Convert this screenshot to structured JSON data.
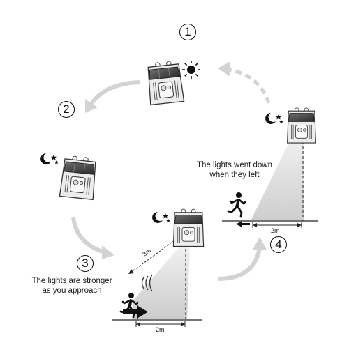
{
  "steps": [
    {
      "number": "1"
    },
    {
      "number": "2"
    },
    {
      "number": "3",
      "caption_line1": "The lights are stronger",
      "caption_line2": "as you approach",
      "range_label": "3m",
      "distance_label": "2m"
    },
    {
      "number": "4",
      "caption_line1": "The lights went down",
      "caption_line2": "when they left",
      "distance_label": "2m"
    }
  ],
  "icons": [
    "sun-icon",
    "moon-stars-icon",
    "solar-light-icon",
    "running-person-icon",
    "motion-waves-icon",
    "cycle-arrow-icon"
  ],
  "colors": {
    "line": "#222222",
    "arrow_gray": "#cfcfcf",
    "beam": "#dcdcdc"
  }
}
